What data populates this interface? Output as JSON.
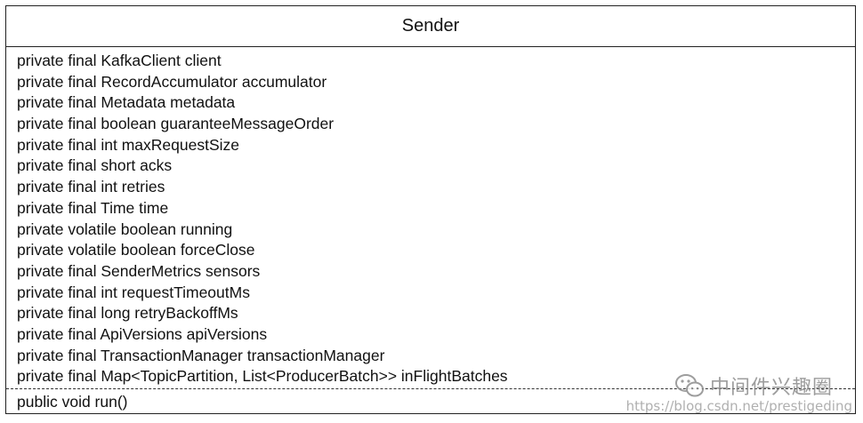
{
  "class": {
    "name": "Sender",
    "fields": [
      "private final KafkaClient client",
      "private final RecordAccumulator accumulator",
      "private final Metadata metadata",
      "private final boolean guaranteeMessageOrder",
      "private final int maxRequestSize",
      "private final short acks",
      "private final int retries",
      "private final Time time",
      "private volatile boolean running",
      "private volatile boolean forceClose",
      "private final SenderMetrics sensors",
      "private final int requestTimeoutMs",
      "private final long retryBackoffMs",
      "private final ApiVersions apiVersions",
      "private final TransactionManager transactionManager",
      "private final Map<TopicPartition, List<ProducerBatch>> inFlightBatches"
    ],
    "methods": [
      "public void run()"
    ]
  },
  "watermark": {
    "icon": "wechat-icon",
    "text": "中间件兴趣圈",
    "url": "https://blog.csdn.net/prestigeding"
  }
}
